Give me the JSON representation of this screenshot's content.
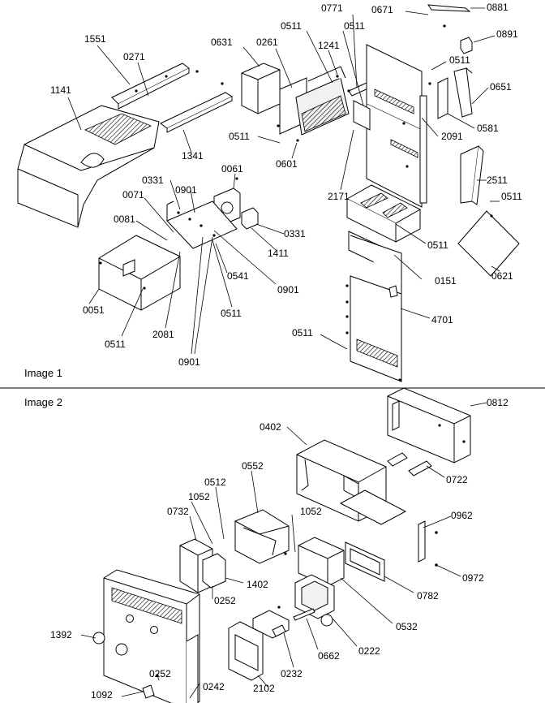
{
  "sections": [
    {
      "id": "image1",
      "label": "Image 1"
    },
    {
      "id": "image2",
      "label": "Image 2"
    }
  ],
  "labels": {
    "p1551": "1551",
    "p0271": "0271",
    "p1141": "1141",
    "p0631": "0631",
    "p0261": "0261",
    "p0511_a": "0511",
    "p1241": "1241",
    "p0771": "0771",
    "p0511_b": "0511",
    "p0671": "0671",
    "p0881": "0881",
    "p0891": "0891",
    "p0511_c": "0511",
    "p0651": "0651",
    "p0581": "0581",
    "p2091": "2091",
    "p0511_d": "0511",
    "p0601": "0601",
    "p1341": "1341",
    "p0331_a": "0331",
    "p0901_a": "0901",
    "p0061": "0061",
    "p0071": "0071",
    "p0081": "0081",
    "p0331_b": "0331",
    "p1411": "1411",
    "p2171": "2171",
    "p2511": "2511",
    "p0511_e": "0511",
    "p0511_f": "0511",
    "p0621": "0621",
    "p0151": "0151",
    "p0541": "0541",
    "p0901_b": "0901",
    "p0051": "0051",
    "p0511_g": "0511",
    "p2081": "2081",
    "p0511_h": "0511",
    "p0901_c": "0901",
    "p4701": "4701",
    "p0511_i": "0511",
    "p0812": "0812",
    "p0402": "0402",
    "p0722": "0722",
    "p0552": "0552",
    "p0512": "0512",
    "p1052_a": "1052",
    "p1052_b": "1052",
    "p0732": "0732",
    "p0962": "0962",
    "p0972": "0972",
    "p1402": "1402",
    "p0252_a": "0252",
    "p0782": "0782",
    "p0532": "0532",
    "p1392": "1392",
    "p0222": "0222",
    "p0662": "0662",
    "p0232": "0232",
    "p0252_b": "0252",
    "p0242": "0242",
    "p2102": "2102",
    "p1092": "1092"
  }
}
